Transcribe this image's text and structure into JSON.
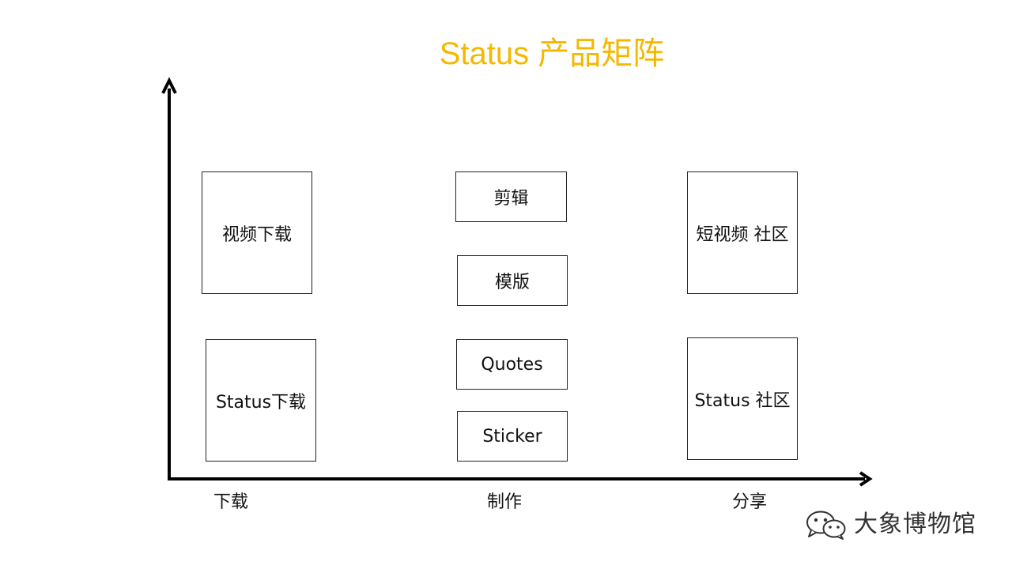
{
  "title": "Status 产品矩阵",
  "colors": {
    "title": "#F5B800",
    "axis": "#000000",
    "box_border": "#222222",
    "text": "#111111",
    "watermark": "#333333"
  },
  "axis": {
    "x_labels": [
      "下载",
      "制作",
      "分享"
    ]
  },
  "columns": {
    "download": [
      "视频下载",
      "Status下载"
    ],
    "make": [
      "剪辑",
      "模版",
      "Quotes",
      "Sticker"
    ],
    "share": [
      "短视频 社区",
      "Status 社区"
    ]
  },
  "watermark": {
    "icon": "wechat-icon",
    "text": "大象博物馆"
  }
}
